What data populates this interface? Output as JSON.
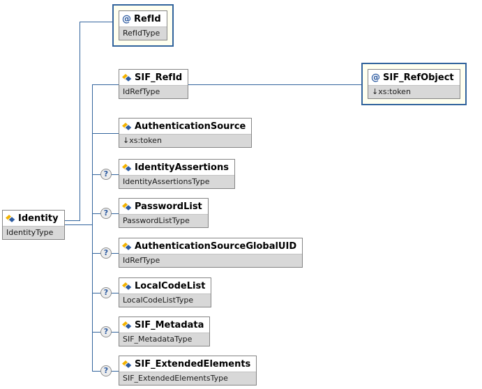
{
  "icons": {
    "attribute": "@",
    "optional": "?",
    "element": "diamond"
  },
  "colors": {
    "connector": "#31639C",
    "attribute_container_bg": "#FFFFF0",
    "attribute_container_border": "#31639C",
    "box_border": "#848484",
    "type_row_bg": "#D8D8D8",
    "icon_yellow": "#F2B200",
    "icon_blue": "#2C5AA0"
  },
  "root": {
    "name": "Identity",
    "type": "IdentityType"
  },
  "attribute": {
    "name": "RefId",
    "type": "RefIdType"
  },
  "ref_attribute": {
    "name": "SIF_RefObject",
    "type": "↓xs:token"
  },
  "children": [
    {
      "name": "SIF_RefId",
      "type": "IdRefType",
      "optional": false
    },
    {
      "name": "AuthenticationSource",
      "type": "↓xs:token",
      "optional": false
    },
    {
      "name": "IdentityAssertions",
      "type": "IdentityAssertionsType",
      "optional": true
    },
    {
      "name": "PasswordList",
      "type": "PasswordListType",
      "optional": true
    },
    {
      "name": "AuthenticationSourceGlobalUID",
      "type": "IdRefType",
      "optional": true
    },
    {
      "name": "LocalCodeList",
      "type": "LocalCodeListType",
      "optional": true
    },
    {
      "name": "SIF_Metadata",
      "type": "SIF_MetadataType",
      "optional": true
    },
    {
      "name": "SIF_ExtendedElements",
      "type": "SIF_ExtendedElementsType",
      "optional": true
    }
  ]
}
